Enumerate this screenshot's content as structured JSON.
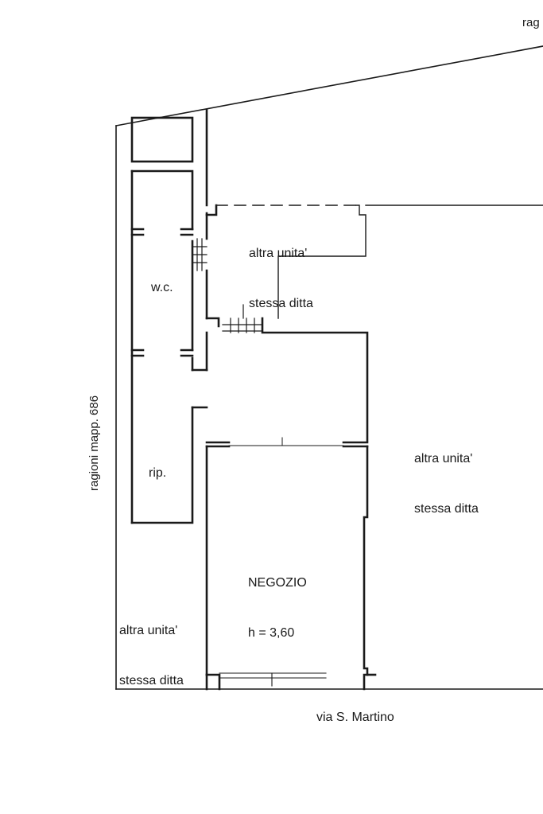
{
  "plan": {
    "corner_label": "rag",
    "side_label": "ragioni mapp. 686",
    "street_label": "via S. Martino",
    "rooms": {
      "unit_top": {
        "line1": "altra unita'",
        "line2": "stessa ditta"
      },
      "wc": "w.c.",
      "unit_right": {
        "line1": "altra unita'",
        "line2": "stessa ditta"
      },
      "rip": "rip.",
      "shop": {
        "name": "NEGOZIO",
        "height": "h = 3,60"
      },
      "unit_left": {
        "line1": "altra unita'",
        "line2": "stessa ditta"
      }
    }
  },
  "colors": {
    "ink": "#1a1a1a",
    "paper": "#ffffff"
  }
}
